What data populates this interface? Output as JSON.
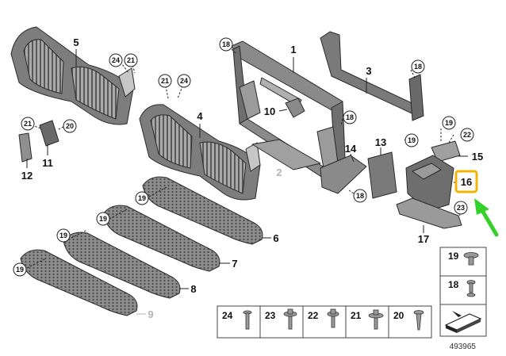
{
  "callouts": {
    "n1": "1",
    "n2": "2",
    "n3": "3",
    "n4": "4",
    "n5": "5",
    "n6": "6",
    "n7": "7",
    "n8": "8",
    "n9": "9",
    "n10": "10",
    "n11": "11",
    "n12": "12",
    "n13": "13",
    "n14": "14",
    "n15": "15",
    "n16": "16",
    "n17": "17"
  },
  "circle_callouts": {
    "c18": "18",
    "c19": "19",
    "c20": "20",
    "c21": "21",
    "c22": "22",
    "c23": "23",
    "c24": "24"
  },
  "legend": {
    "items": [
      "24",
      "23",
      "22",
      "21",
      "20",
      "19",
      "18"
    ]
  },
  "diagram_number": "493965",
  "highlight": {
    "color": "#f2b400",
    "arrow_color": "#34d12a"
  }
}
